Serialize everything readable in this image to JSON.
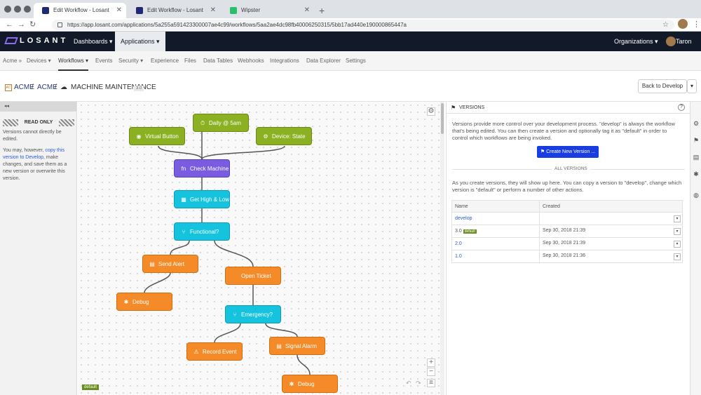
{
  "browser": {
    "tabs": [
      {
        "title": "Edit Workflow - Losant",
        "active": true
      },
      {
        "title": "Edit Workflow - Losant",
        "active": false
      },
      {
        "title": "Wipster",
        "active": false
      }
    ],
    "url": "https://app.losant.com/applications/5a255a591423300007ae4c99/workflows/5aa2ae4dc98fb40006250315/5bb17ad440e190000865447a"
  },
  "topnav": {
    "logo": "LOSANT",
    "dashboards": "Dashboards ▾",
    "applications": "Applications ▾",
    "organizations": "Organizations ▾",
    "user": "Taron ▾"
  },
  "subnav": {
    "items": [
      "Acme »",
      "Devices ▾",
      "Workflows ▾",
      "Events",
      "Security ▾",
      "Experience",
      "Files",
      "Data Tables",
      "Webhooks",
      "Integrations",
      "Data Explorer",
      "Settings"
    ]
  },
  "breadcrumb": {
    "org": "ACME",
    "app": "ACME",
    "workflow": "MACHINE MAINTENANCE",
    "version": "3.0",
    "back_button": "Back to Develop"
  },
  "left_panel": {
    "read_only": "READ ONLY",
    "p1": "Versions cannot directly be edited.",
    "p2_before": "You may, however, ",
    "p2_link": "copy this version to Develop",
    "p2_after": ", make changes, and save them as a new version or overwrite this version."
  },
  "canvas": {
    "nodes": [
      {
        "label": "Daily @ 5am",
        "icon": "⏱"
      },
      {
        "label": "Virtual Button",
        "icon": "◉"
      },
      {
        "label": "Device: State",
        "icon": "⚙"
      },
      {
        "label": "Check Machine",
        "icon": "fn"
      },
      {
        "label": "Get High & Low",
        "icon": "▦"
      },
      {
        "label": "Functional?",
        "icon": "⑂"
      },
      {
        "label": "Send Alert",
        "icon": "▤"
      },
      {
        "label": "Open Ticket",
        "icon": ""
      },
      {
        "label": "Debug",
        "icon": "✱"
      },
      {
        "label": "Emergency?",
        "icon": "⑂"
      },
      {
        "label": "Record Event",
        "icon": "⚠"
      },
      {
        "label": "Signal Alarm",
        "icon": "▤"
      },
      {
        "label": "Debug",
        "icon": "✱"
      }
    ],
    "badge": "default",
    "zoom_in": "+",
    "zoom_out": "−"
  },
  "versions": {
    "heading": "VERSIONS",
    "intro": "Versions provide more control over your development process. \"develop\" is always the workflow that's being edited. You can then create a version and optionally tag it as \"default\" in order to control which workflows are being invoked.",
    "create_button": "Create New Version ...",
    "all_label": "ALL VERSIONS",
    "info": "As you create versions, they will show up here. You can copy a version to \"develop\", change which version is \"default\" or perform a number of other actions.",
    "columns": [
      "Name",
      "Created"
    ],
    "rows": [
      {
        "name": "develop",
        "created": "",
        "default": false,
        "link": true
      },
      {
        "name": "3.0",
        "created": "Sep 30, 2018 21:39",
        "default": true,
        "link": false
      },
      {
        "name": "2.0",
        "created": "Sep 30, 2018 21:39",
        "default": false,
        "link": true
      },
      {
        "name": "1.0",
        "created": "Sep 30, 2018 21:36",
        "default": false,
        "link": true
      }
    ],
    "default_tag": "default"
  }
}
